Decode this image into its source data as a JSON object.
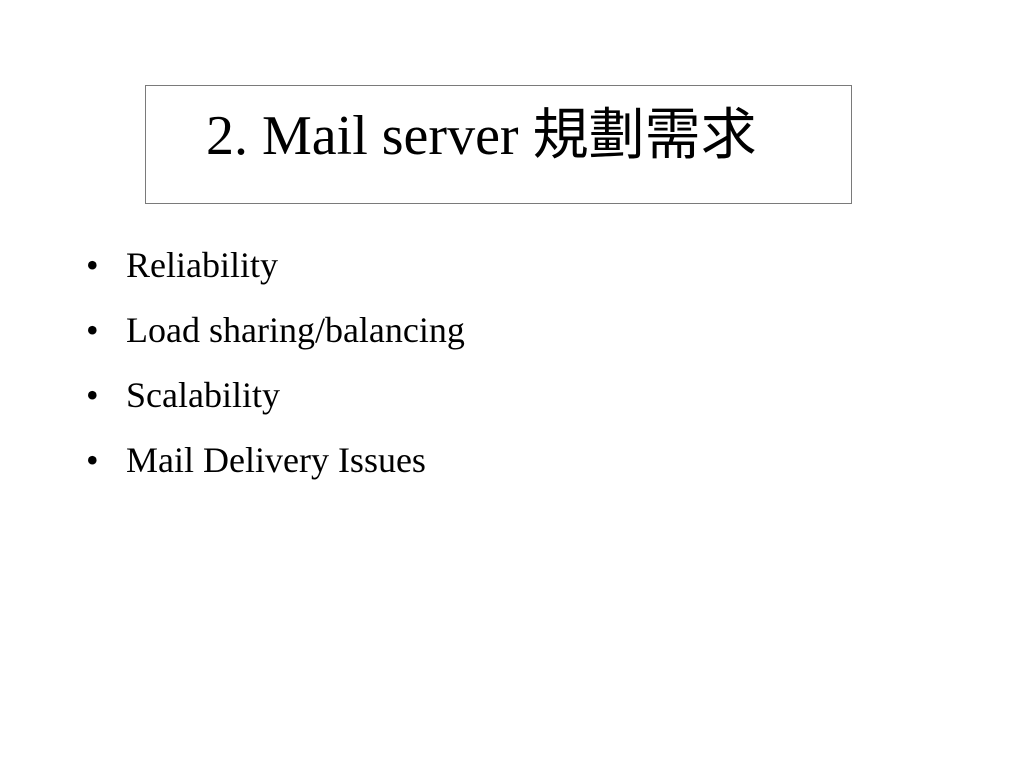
{
  "slide": {
    "title": "2. Mail server 規劃需求",
    "bullets": [
      {
        "marker": "•",
        "text": "Reliability"
      },
      {
        "marker": "•",
        "text": "Load sharing/balancing"
      },
      {
        "marker": "•",
        "text": "Scalability"
      },
      {
        "marker": "•",
        "text": "Mail Delivery Issues"
      }
    ]
  }
}
